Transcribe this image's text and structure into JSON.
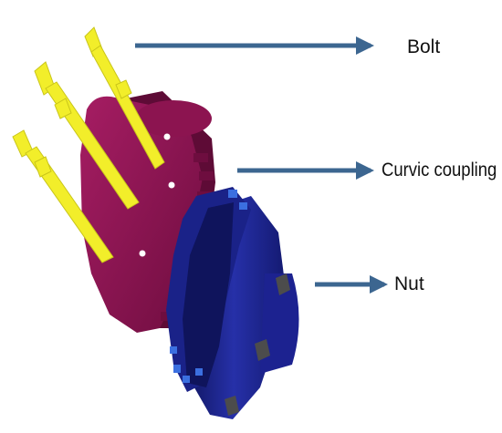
{
  "labels": {
    "bolt": "Bolt",
    "curvic_coupling": "Curvic coupling",
    "nut": "Nut"
  },
  "colors": {
    "bolt": "#f2ee2a",
    "coupling_front": "#8c1450",
    "coupling_side": "#5e0b36",
    "nut_body": "#1c2290",
    "nut_dark": "#0f145c",
    "nut_teeth": "#3b6fe0",
    "nut_insert": "#4c4c4c",
    "arrow": "#3c6690"
  },
  "icons": {
    "bolt_arrow": "arrow-right-icon",
    "coupling_arrow": "arrow-right-icon",
    "nut_arrow": "arrow-right-icon"
  }
}
